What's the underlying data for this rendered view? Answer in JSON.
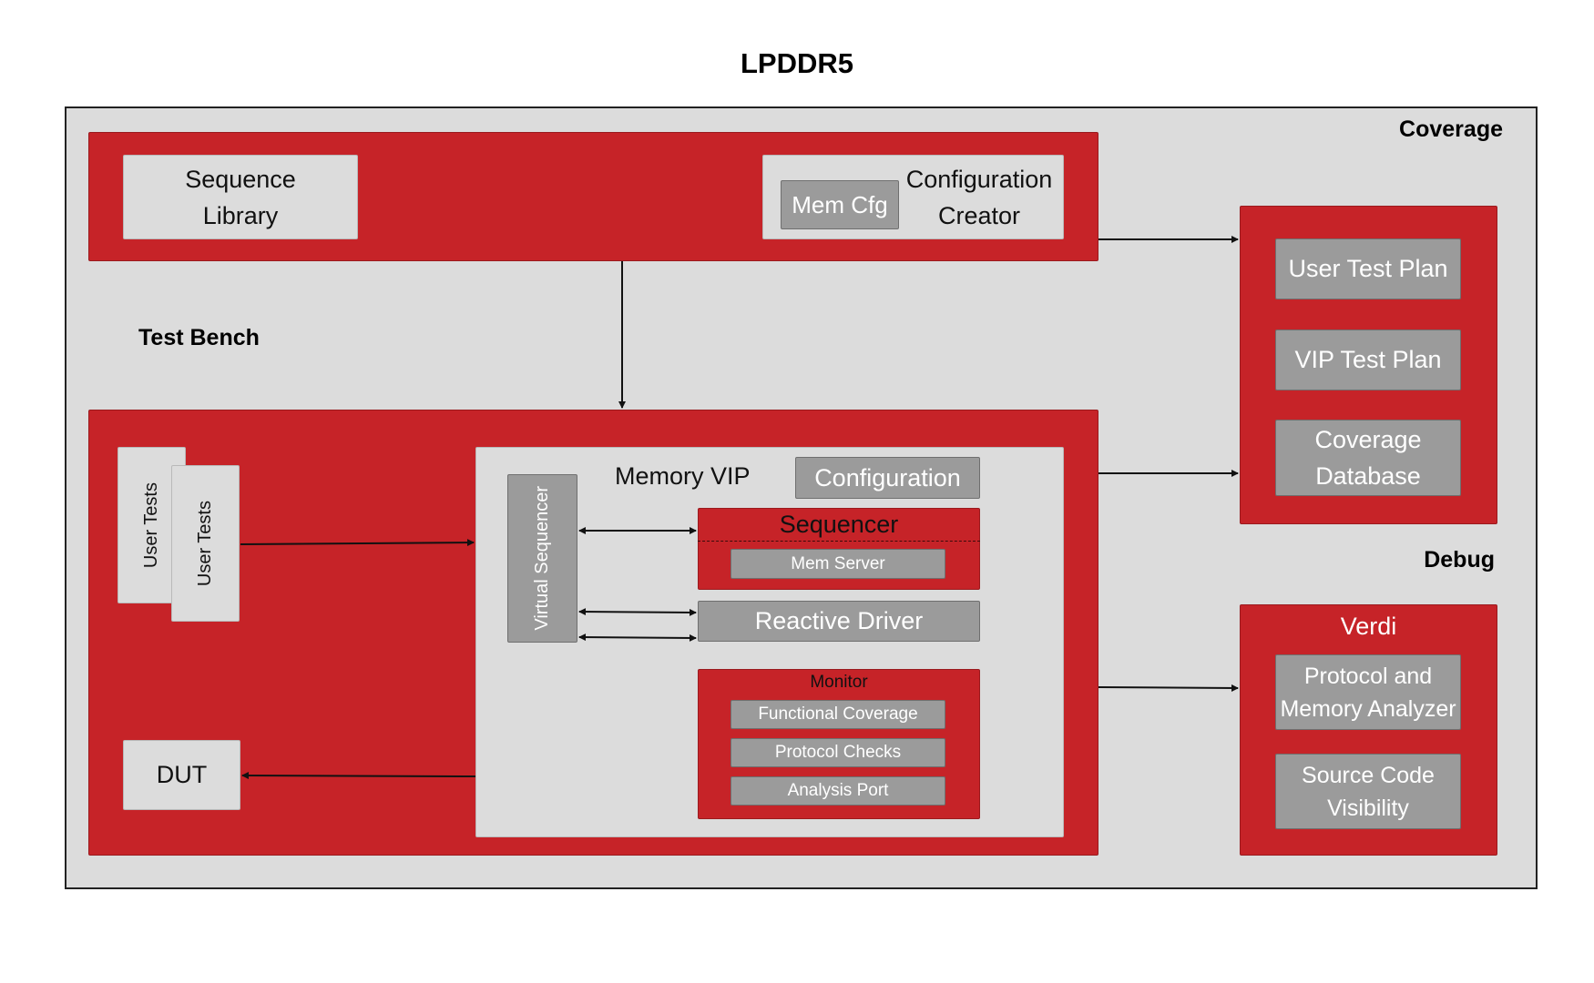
{
  "title": "LPDDR5",
  "sections": {
    "coverage": "Coverage",
    "test_bench": "Test Bench",
    "debug": "Debug"
  },
  "top": {
    "sequence_library": "Sequence\nLibrary",
    "mem_cfg": "Mem Cfg",
    "config_creator": "Configuration\nCreator"
  },
  "bench": {
    "user_tests_1": "User Tests",
    "user_tests_2": "User Tests",
    "dut": "DUT",
    "memory_vip": "Memory VIP",
    "configuration": "Configuration",
    "virtual_sequencer": "Virtual Sequencer",
    "sequencer": "Sequencer",
    "mem_server": "Mem Server",
    "reactive_driver": "Reactive Driver",
    "monitor": "Monitor",
    "functional_coverage": "Functional Coverage",
    "protocol_checks": "Protocol Checks",
    "analysis_port": "Analysis Port"
  },
  "coverage": {
    "user_test_plan": "User Test Plan",
    "vip_test_plan": "VIP Test Plan",
    "coverage_database": "Coverage\nDatabase"
  },
  "debug": {
    "verdi": "Verdi",
    "protocol_memory_analyzer": "Protocol and\nMemory Analyzer",
    "source_code_visibility": "Source Code\nVisibility"
  },
  "colors": {
    "red": "#c62328",
    "light_gray": "#dcdcdc",
    "dark_gray": "#9b9b9b"
  }
}
